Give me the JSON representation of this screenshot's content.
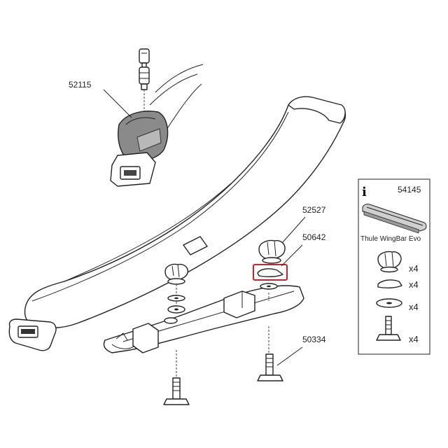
{
  "callouts": {
    "lock_part": "52115",
    "knob_part": "52527",
    "washer_part": "50642",
    "tbolt_part": "50334"
  },
  "kit_box": {
    "info_glyph": "i",
    "kit_number": "54145",
    "bar_name": "Thule WingBar Evo",
    "qty_knob": "x4",
    "qty_shim": "x4",
    "qty_washer": "x4",
    "qty_tbolt": "x4"
  },
  "highlight_color": "#d0202a"
}
